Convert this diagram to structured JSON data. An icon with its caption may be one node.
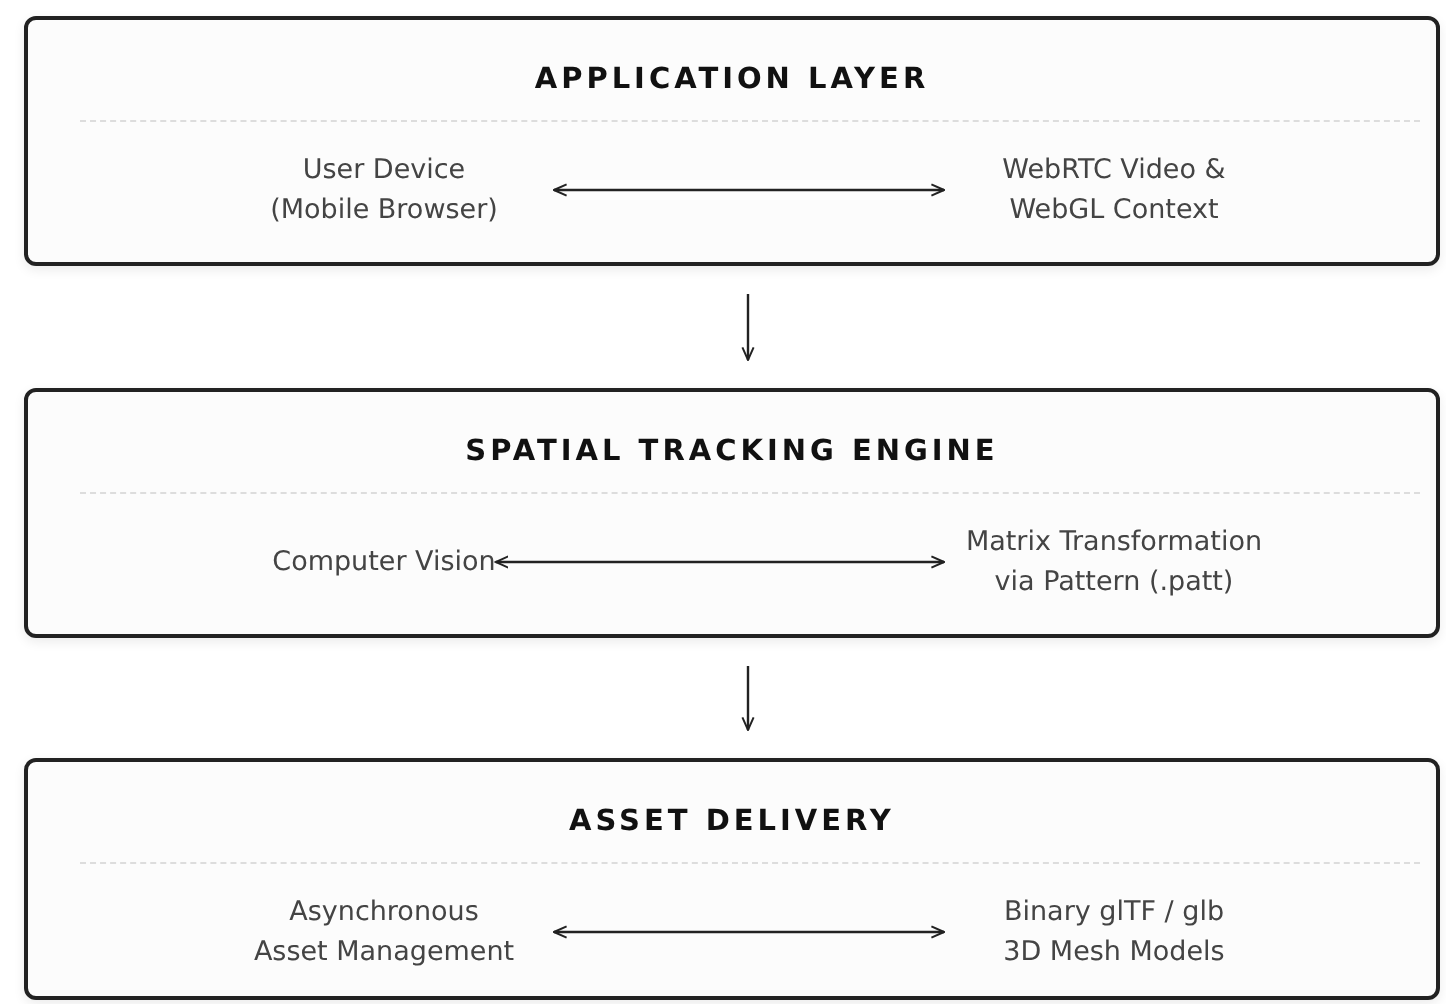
{
  "diagram": {
    "nodes": [
      {
        "text": [
          "APPLICATION LAYER"
        ]
      },
      {
        "text": [
          "User Device (Mobile Browser)"
        ],
        "in": 0
      },
      {
        "text": [
          "WebRTC Video & WebGL Context"
        ],
        "in": 0
      },
      {
        "text": [
          "SPATIAL TRACKING ENGINE"
        ]
      },
      {
        "text": [
          "Computer Vision"
        ],
        "in": 3
      },
      {
        "text": [
          "Matrix Transformation via Pattern (.patt)"
        ],
        "in": 3
      },
      {
        "text": [
          "ASSET DELIVERY"
        ]
      },
      {
        "text": [
          "Asynchronous Asset Management"
        ],
        "in": 6
      },
      {
        "text": [
          "Binary glTF / glb 3D Mesh Models"
        ],
        "in": 6
      }
    ],
    "edges": [
      {
        "from": 1,
        "to": 2,
        "arrow": "both"
      },
      {
        "from": 0,
        "to": 3,
        "arrow": "to"
      },
      {
        "from": 4,
        "to": 5,
        "arrow": "both"
      },
      {
        "from": 3,
        "to": 6,
        "arrow": "to"
      },
      {
        "from": 7,
        "to": 8,
        "arrow": "both"
      }
    ]
  }
}
